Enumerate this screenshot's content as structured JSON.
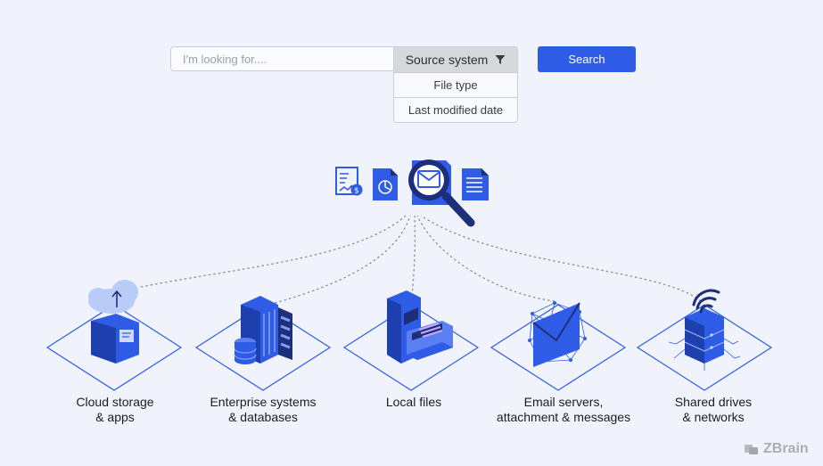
{
  "search": {
    "placeholder": "I'm looking for....",
    "button_label": "Search"
  },
  "filter": {
    "selected": "Source system",
    "options": [
      "File type",
      "Last modified date"
    ]
  },
  "sources": [
    {
      "line1": "Cloud storage",
      "line2": "& apps",
      "icon": "cloud-upload-icon"
    },
    {
      "line1": "Enterprise systems",
      "line2": "& databases",
      "icon": "server-rack-icon"
    },
    {
      "line1": "Local files",
      "line2": "",
      "icon": "filing-cabinet-icon"
    },
    {
      "line1": "Email servers,",
      "line2": "attachment & messages",
      "icon": "email-envelope-icon"
    },
    {
      "line1": "Shared drives",
      "line2": "& networks",
      "icon": "network-drive-icon"
    }
  ],
  "hub_icons": [
    "financial-report-icon",
    "pie-chart-document-icon",
    "email-document-icon",
    "magnifier-icon",
    "text-document-icon"
  ],
  "brand": "ZBrain",
  "colors": {
    "accent": "#2f5ce6",
    "dark_blue": "#1e2f7a",
    "background": "#f0f3fc"
  }
}
